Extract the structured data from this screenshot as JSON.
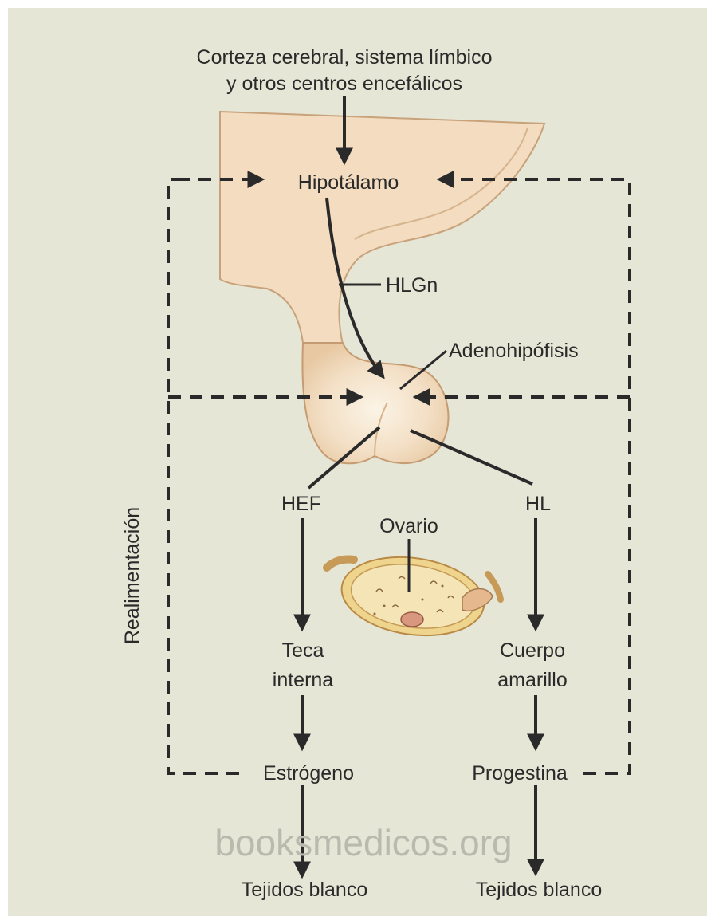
{
  "labels": {
    "source_line1": "Corteza cerebral, sistema límbico",
    "source_line2": "y otros centros encefálicos",
    "hypothalamus": "Hipotálamo",
    "hormone_hlgn": "HLGn",
    "adenohypophysis": "Adenohipófisis",
    "hormone_hef": "HEF",
    "hormone_hl": "HL",
    "ovary": "Ovario",
    "theca_line1": "Teca",
    "theca_line2": "interna",
    "corpus_line1": "Cuerpo",
    "corpus_line2": "amarillo",
    "estrogen": "Estrógeno",
    "progestin": "Progestina",
    "target_left": "Tejidos blanco",
    "target_right": "Tejidos blanco",
    "feedback": "Realimentación"
  },
  "watermark": "booksmedicos.org",
  "colors": {
    "background": "#e6e6d6",
    "brain_fill": "#f3dcbf",
    "gland_fill": "#f1dcc0",
    "ovary_fill": "#f1d98e",
    "line": "#2a2a2a"
  }
}
